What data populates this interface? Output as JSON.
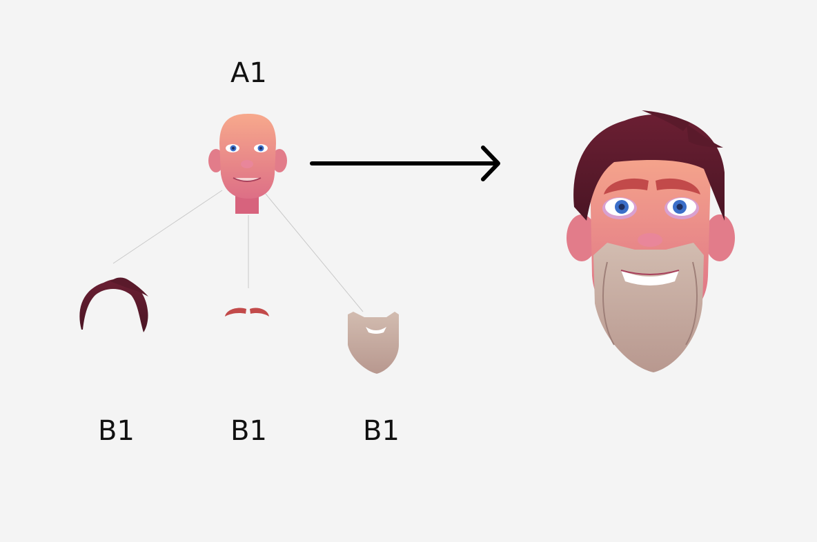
{
  "root": {
    "label": "A1",
    "part": "bald-head"
  },
  "children": [
    {
      "label": "B1",
      "part": "hair"
    },
    {
      "label": "B1",
      "part": "eyebrows"
    },
    {
      "label": "B1",
      "part": "beard"
    }
  ],
  "result": {
    "part": "assembled-bearded-head"
  },
  "colors": {
    "background": "#f4f4f4",
    "skin": "#f39a8a",
    "skin_shadow": "#dc6e80",
    "hair": "#5a1a2b",
    "eyebrow": "#c24a4a",
    "beard": "#c2a69a",
    "iris": "#3b6fc9",
    "arrow": "#000000",
    "connector": "#c8c8c8"
  }
}
